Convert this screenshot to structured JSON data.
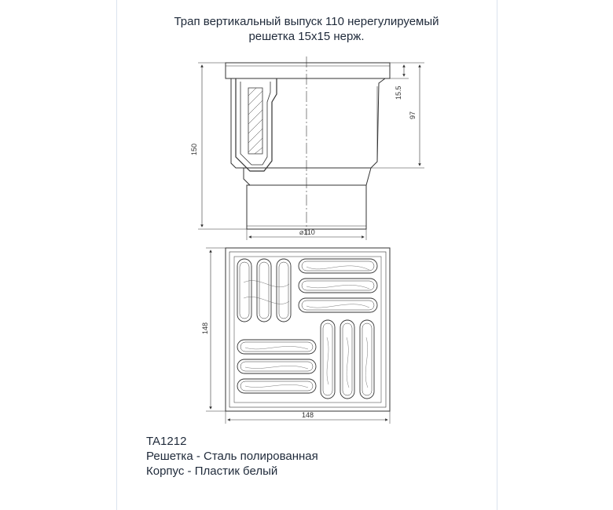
{
  "title": {
    "line1": "Трап вертикальный выпуск 110 нерегулируемый",
    "line2": "решетка 15х15 нерж."
  },
  "dimensions": {
    "height_total": "150",
    "height_body": "97",
    "height_rim": "15.5",
    "outlet_diameter": "⌀110",
    "grate_height": "148",
    "grate_width": "148"
  },
  "info": {
    "code": "TA1212",
    "grate_material": "Решетка - Сталь полированная",
    "body_material": "Корпус - Пластик белый"
  },
  "colors": {
    "line": "#333333",
    "text": "#1f2a3a",
    "frame": "#dbe3ee"
  }
}
